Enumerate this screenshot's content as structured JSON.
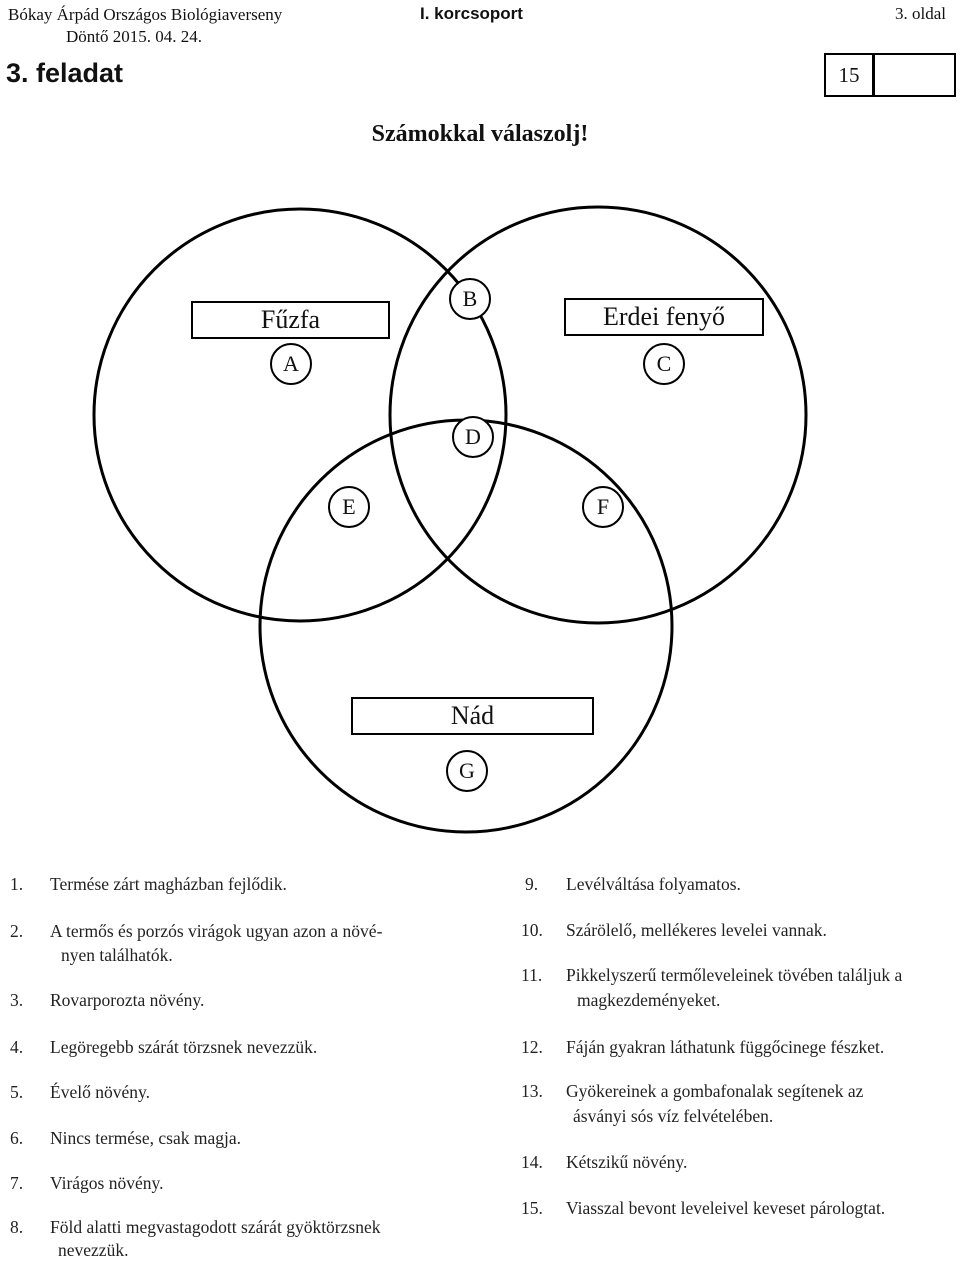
{
  "header": {
    "competition": "Bókay Árpád Országos Biológiaverseny",
    "round": "Döntő 2015. 04. 24.",
    "category": "I. korcsoport",
    "page": "3. oldal"
  },
  "task": {
    "title": "3. feladat",
    "max_points": "15",
    "instruction": "Számokkal válaszolj!"
  },
  "diagram": {
    "sets": {
      "a_name": "Fűzfa",
      "b_name": "Erdei fenyő",
      "c_name": "Nád"
    },
    "regions": {
      "A": "A",
      "B": "B",
      "C": "C",
      "D": "D",
      "E": "E",
      "F": "F",
      "G": "G"
    }
  },
  "statements": {
    "s1": {
      "num": "1.",
      "line1": "Termése zárt magházban fejlődik.",
      "line2": ""
    },
    "s2": {
      "num": "2.",
      "line1": "A termős és porzós virágok ugyan azon a növé-",
      "line2": "nyen találhatók."
    },
    "s3": {
      "num": "3.",
      "line1": "Rovarporozta növény.",
      "line2": ""
    },
    "s4": {
      "num": "4.",
      "line1": "Legöregebb szárát törzsnek nevezzük.",
      "line2": ""
    },
    "s5": {
      "num": "5.",
      "line1": "Évelő növény.",
      "line2": ""
    },
    "s6": {
      "num": "6.",
      "line1": "Nincs termése, csak magja.",
      "line2": ""
    },
    "s7": {
      "num": "7.",
      "line1": "Virágos növény.",
      "line2": ""
    },
    "s8": {
      "num": "8.",
      "line1": "Föld alatti megvastagodott szárát gyöktörzsnek",
      "line2": "nevezzük."
    },
    "s9": {
      "num": "9.",
      "line1": "Levélváltása folyamatos.",
      "line2": ""
    },
    "s10": {
      "num": "10.",
      "line1": "Szárölelő, mellékeres levelei vannak.",
      "line2": ""
    },
    "s11": {
      "num": "11.",
      "line1": "Pikkelyszerű termőleveleinek tövében találjuk a",
      "line2": "magkezdeményeket."
    },
    "s12": {
      "num": "12.",
      "line1": "Fáján gyakran láthatunk függőcinege fészket.",
      "line2": ""
    },
    "s13": {
      "num": "13.",
      "line1": "Gyökereinek a gombafonalak segítenek az",
      "line2": "ásványi sós víz felvételében."
    },
    "s14": {
      "num": "14.",
      "line1": "Kétszikű növény.",
      "line2": ""
    },
    "s15": {
      "num": "15.",
      "line1": "Viasszal bevont leveleivel keveset párologtat.",
      "line2": ""
    }
  }
}
